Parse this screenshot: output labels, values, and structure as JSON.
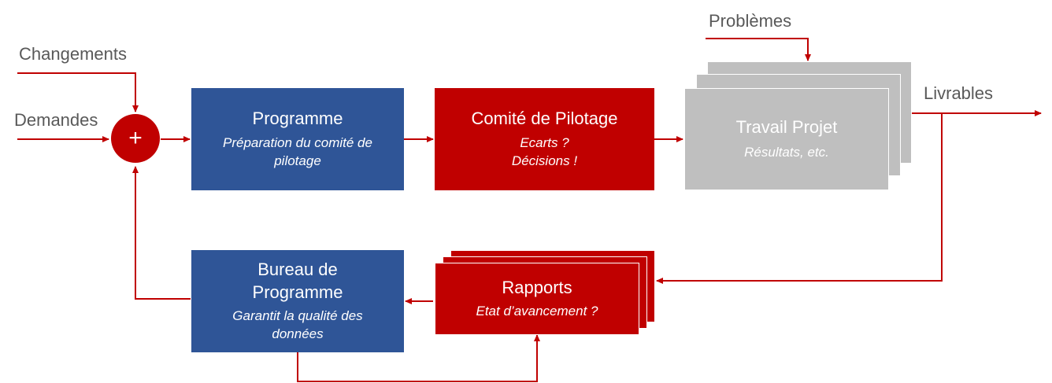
{
  "inputs": {
    "changes": "Changements",
    "requests": "Demandes",
    "problems": "Problèmes",
    "deliverables": "Livrables"
  },
  "sum_node": {
    "symbol": "+"
  },
  "boxes": {
    "programme": {
      "title": "Programme",
      "subtitle": "Préparation du comité de pilotage"
    },
    "steering": {
      "title": "Comité de Pilotage",
      "subtitle_line1": "Ecarts ?",
      "subtitle_line2": "Décisions !"
    },
    "project_work": {
      "title": "Travail Projet",
      "subtitle": "Résultats, etc."
    },
    "programme_office": {
      "title_line1": "Bureau de",
      "title_line2": "Programme",
      "subtitle": "Garantit la qualité des données"
    },
    "reports": {
      "title": "Rapports",
      "subtitle": "Etat d’avancement ?"
    }
  },
  "colors": {
    "blue": "#2f5597",
    "red": "#c00000",
    "grey": "#bfbfbf",
    "text": "#595959"
  }
}
